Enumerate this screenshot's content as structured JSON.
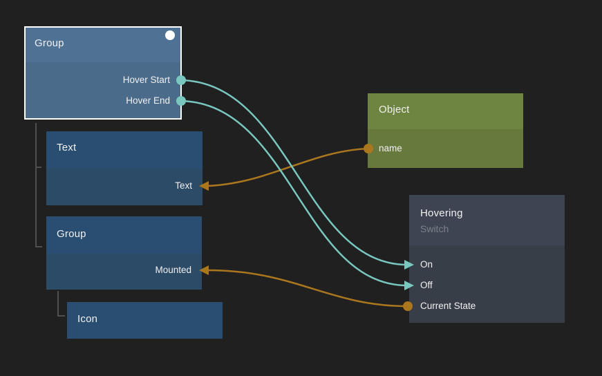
{
  "canvas": {
    "background": "#202020"
  },
  "nodes": {
    "group1": {
      "title": "Group",
      "selected": true,
      "ports": {
        "hover_start": {
          "label": "Hover Start",
          "side": "right",
          "connector": "dot",
          "color": "#79c7bf"
        },
        "hover_end": {
          "label": "Hover End",
          "side": "right",
          "connector": "dot",
          "color": "#79c7bf"
        }
      }
    },
    "text": {
      "title": "Text",
      "ports": {
        "text": {
          "label": "Text",
          "side": "right",
          "connector": "arrow",
          "color": "#aa771e"
        }
      }
    },
    "group2": {
      "title": "Group",
      "ports": {
        "mounted": {
          "label": "Mounted",
          "side": "right",
          "connector": "arrow",
          "color": "#aa771e"
        }
      }
    },
    "icon": {
      "title": "Icon"
    },
    "object": {
      "title": "Object",
      "ports": {
        "name": {
          "label": "name",
          "side": "left",
          "connector": "dot",
          "color": "#aa771e"
        }
      }
    },
    "hovering": {
      "title": "Hovering",
      "subtitle": "Switch",
      "ports": {
        "on": {
          "label": "On",
          "side": "left",
          "connector": "arrow",
          "color": "#79c7bf"
        },
        "off": {
          "label": "Off",
          "side": "left",
          "connector": "arrow",
          "color": "#79c7bf"
        },
        "current_state": {
          "label": "Current State",
          "side": "left",
          "connector": "dot",
          "color": "#aa771e"
        }
      }
    }
  },
  "connections": [
    {
      "from": "group1.hover_start",
      "to": "hovering.on",
      "color": "#79c7bf"
    },
    {
      "from": "group1.hover_end",
      "to": "hovering.off",
      "color": "#79c7bf"
    },
    {
      "from": "object.name",
      "to": "text.text",
      "color": "#aa771e"
    },
    {
      "from": "hovering.current_state",
      "to": "group2.mounted",
      "color": "#aa771e"
    }
  ],
  "colors": {
    "background": "#202020",
    "wire_teal": "#79c7bf",
    "wire_orange": "#aa771e",
    "selected_border": "#ffffff",
    "blue_selected_header": "#4f7194",
    "blue_selected_body": "#4a6b8a",
    "blue_header": "#2a4e72",
    "blue_body": "#2c4b67",
    "green_header": "#6e8541",
    "green_body": "#67793d",
    "gray_header": "#3e4451",
    "gray_body": "#383e48",
    "subtitle_text": "#7b818b",
    "tree_line": "#4f4f4f"
  }
}
